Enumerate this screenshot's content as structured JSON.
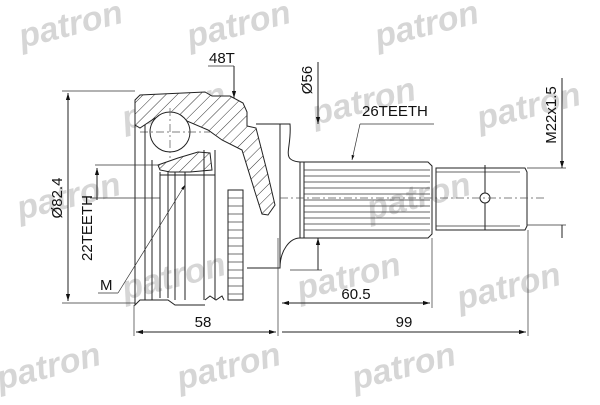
{
  "diagram": {
    "type": "cv-joint-technical-drawing",
    "brand_watermark": "patron",
    "labels": {
      "outer_teeth_count": "48T",
      "shaft_diameter": "Ø56",
      "spline_teeth_outer": "26TEETH",
      "thread": "M22x1.5",
      "outer_diameter": "Ø82.4",
      "spline_teeth_inner": "22TEETH",
      "inner_marker": "M",
      "length_bell": "58",
      "length_spline": "60.5",
      "length_stub": "99"
    },
    "colors": {
      "line": "#222222",
      "watermark": "#d6d6d6",
      "background": "#ffffff"
    }
  }
}
